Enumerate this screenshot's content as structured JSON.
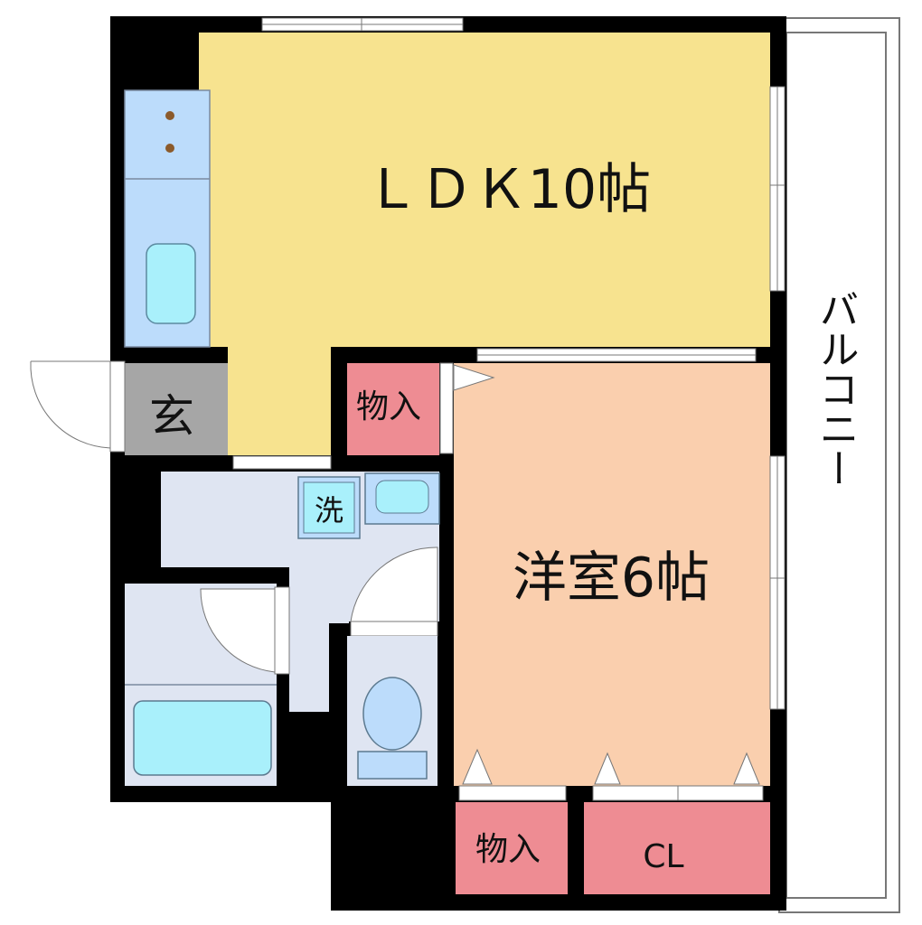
{
  "floorplan": {
    "rooms": {
      "ldk": {
        "label": "ＬＤＫ10帖",
        "color": "#f7e38f"
      },
      "western_room": {
        "label": "洋室6帖",
        "color": "#facfae"
      },
      "entrance": {
        "label": "玄",
        "color": "#a6a6a6"
      },
      "storage_top": {
        "label": "物入",
        "color": "#ee8c93"
      },
      "storage_bottom": {
        "label": "物入",
        "color": "#ee8c93"
      },
      "closet": {
        "label": "CL",
        "color": "#ee8c93"
      },
      "washer": {
        "label": "洗"
      },
      "balcony": {
        "label": "バルコニー"
      }
    },
    "colors": {
      "wall": "#000000",
      "wet_area": "#dfe5f2",
      "fixture": "#bcdcfb",
      "tub": "#a9f0fb",
      "outline": "#7a7a7a"
    }
  }
}
